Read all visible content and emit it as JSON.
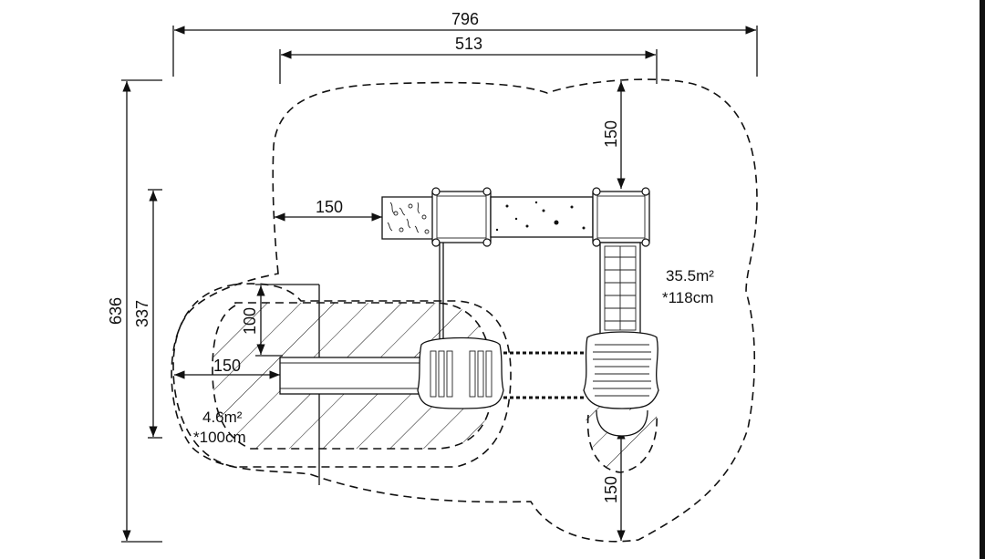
{
  "dimensions": {
    "overall_width": "796",
    "inner_width": "513",
    "overall_height": "636",
    "zone_height": "337",
    "top_clearance": "150",
    "left_clearance": "150",
    "slide_left_clearance": "150",
    "slide_side_clearance": "100",
    "bottom_clearance": "150"
  },
  "areas": {
    "main_area": "35.5m²",
    "main_fall_height": "*118cm",
    "slide_area": "4.6m²",
    "slide_fall_height": "*100cm"
  }
}
